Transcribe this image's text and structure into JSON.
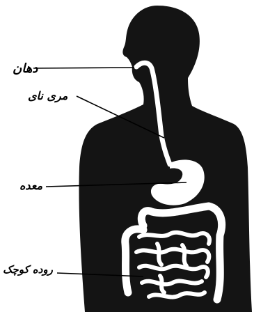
{
  "labels": {
    "mouth": "دهان",
    "esophagus": "مری نای",
    "stomach": "معده",
    "small_intestine": "روده کوچک"
  },
  "colors": {
    "body": "#141414",
    "organs": "#ffffff",
    "background": "#ffffff",
    "ink": "#000000"
  }
}
